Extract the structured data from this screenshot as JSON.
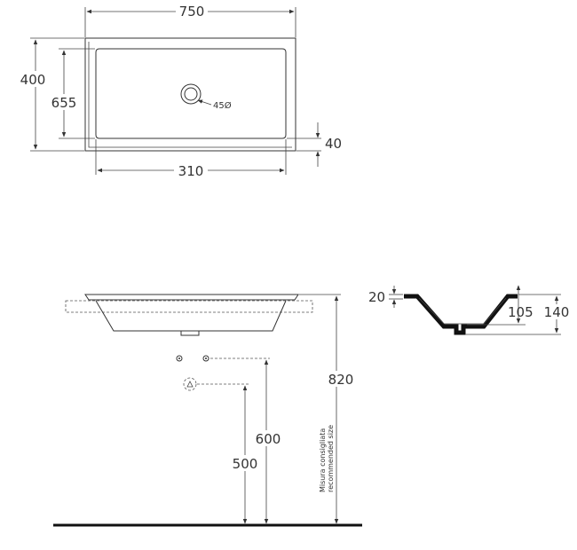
{
  "top_view": {
    "width_label": "750",
    "depth_label": "400",
    "inner_depth_label": "655",
    "drain_label": "45Ø",
    "rim_label": "40",
    "inner_width_label": "310"
  },
  "side_view": {
    "height_label": "820",
    "label_600": "600",
    "label_500": "500",
    "note_line1": "Misura consigliata",
    "note_line2": "recommended size"
  },
  "section_view": {
    "label_20": "20",
    "label_105": "105",
    "label_140": "140"
  },
  "colors": {
    "line": "#333333",
    "section_fill": "#111111",
    "floor": "#111111"
  }
}
